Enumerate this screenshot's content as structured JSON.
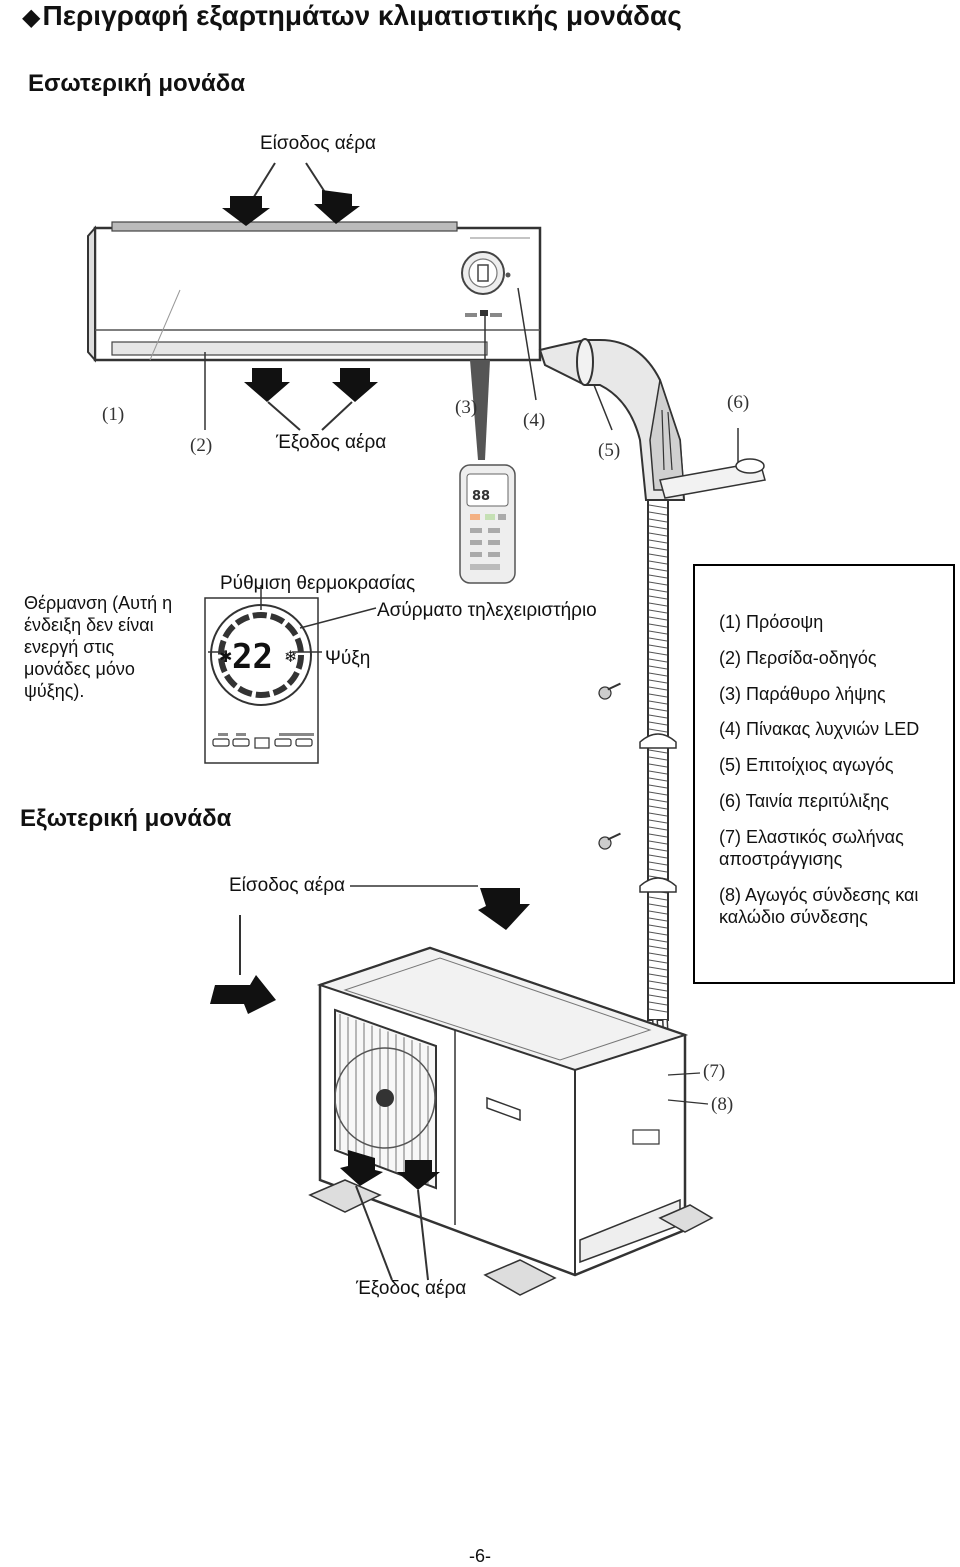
{
  "page": {
    "title": "Περιγραφή εξαρτημάτων κλιματιστικής μονάδας",
    "title_bullet": "◆",
    "page_number": "-6-"
  },
  "indoor": {
    "heading": "Εσωτερική μονάδα",
    "air_inlet": "Είσοδος αέρα",
    "air_outlet": "Έξοδος αέρα",
    "heating_note": "Θέρμανση (Αυτή η ένδειξη δεν είναι ενεργή στις μονάδες μόνο ψύξης).",
    "temp_setting": "Ρύθμιση θερμοκρασίας",
    "remote": "Ασύρματο τηλεχειριστήριο",
    "cooling": "Ψύξη",
    "display_digits": "22"
  },
  "outdoor": {
    "heading": "Εξωτερική μονάδα",
    "air_inlet": "Είσοδος αέρα",
    "air_outlet": "Έξοδος αέρα"
  },
  "callouts": [
    "(1)",
    "(2)",
    "(3)",
    "(4)",
    "(5)",
    "(6)",
    "(7)",
    "(8)"
  ],
  "legend": [
    "(1) Πρόσοψη",
    "(2) Περσίδα-οδηγός",
    "(3) Παράθυρο λήψης",
    "(4) Πίνακας λυχνιών LED",
    "(5) Επιτοίχιος αγωγός",
    "(6) Ταινία περιτύλιξης",
    "(7) Ελαστικός σωλήνας αποστράγγισης",
    "(8) Αγωγός σύνδεσης και καλώδιο σύνδεσης"
  ],
  "colors": {
    "line": "#333333",
    "arrow": "#111111",
    "panel": "#f4f4f4",
    "text": "#111111"
  }
}
